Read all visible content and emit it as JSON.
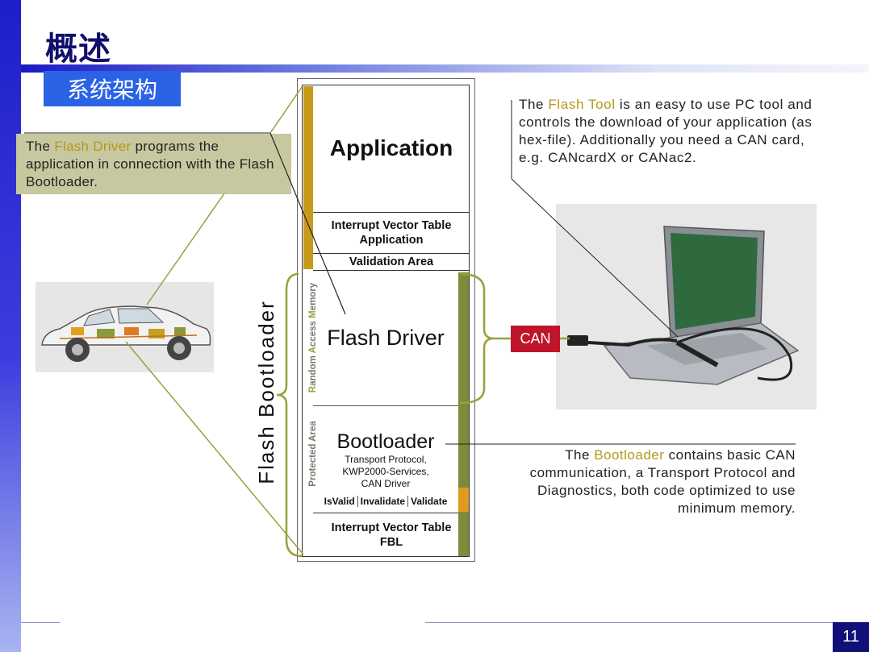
{
  "slide": {
    "title": "概述",
    "subtitle": "系统架构",
    "page_number": "11"
  },
  "callouts": {
    "flash_driver": {
      "pre": "The ",
      "highlight": "Flash Driver",
      "post": " programs the application in connection with the Flash Bootloader."
    },
    "flash_tool": {
      "pre": "The ",
      "highlight": "Flash Tool",
      "post": " is an easy to use PC tool and controls the download of your application (as hex-file). Additionally you need a CAN card, e.g. CANcardX or CANac2."
    },
    "bootloader": {
      "pre": "The ",
      "highlight": "Bootloader",
      "post": " contains basic CAN communication, a Transport Protocol and Diagnostics, both code optimized to use minimum memory."
    }
  },
  "memory_map": {
    "application": "Application",
    "ivt_application": [
      "Interrupt Vector Table",
      "Application"
    ],
    "validation_area": "Validation Area",
    "flash_driver": "Flash Driver",
    "bootloader": {
      "title": "Bootloader",
      "details": [
        "Transport Protocol,",
        "KWP2000-Services,",
        "CAN Driver"
      ],
      "actions": [
        "IsValid",
        "Invalidate",
        "Validate"
      ]
    },
    "ivt_fbl": [
      "Interrupt Vector Table",
      "FBL"
    ],
    "ram_label": {
      "r": "R",
      "andom": "andom ",
      "a": "A",
      "ccess": "ccess ",
      "m": "M",
      "emory": "emory"
    },
    "protected_label": "Protected Area",
    "flash_bootloader_label": "Flash Bootloader"
  },
  "can_badge": "CAN",
  "colors": {
    "accent_text": "#b39a1b",
    "driver_callout_bg": "#c8c8a0",
    "subtitle_bg": "#2b62e6",
    "can_badge": "#c0142a",
    "bracket": "#9aa03a",
    "gold_stripe": "#c89a1a",
    "olive_stripe": "#7d8c3a"
  }
}
